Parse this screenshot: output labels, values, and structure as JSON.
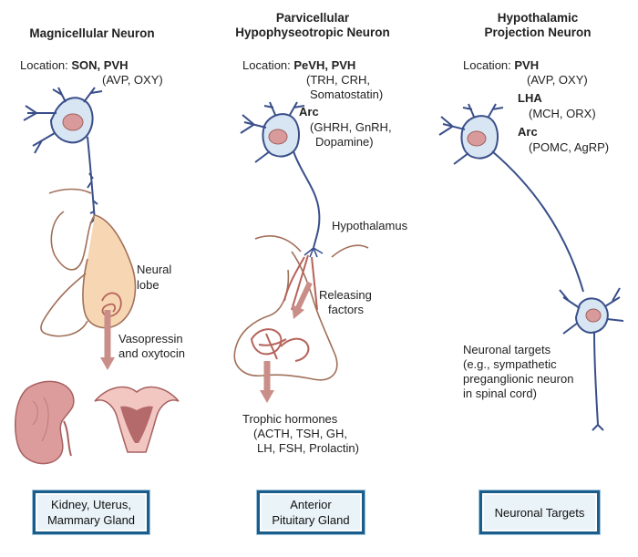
{
  "columns": [
    {
      "title_lines": [
        "Magnicellular Neuron"
      ],
      "location_label": "Location:",
      "nuclei": "SON, PVH",
      "hormones": "(AVP, OXY)",
      "labels": {
        "neural_lobe_1": "Neural",
        "neural_lobe_2": "lobe",
        "secretion_1": "Vasopressin",
        "secretion_2": "and oxytocin"
      },
      "target_box": [
        "Kidney, Uterus,",
        "Mammary Gland"
      ]
    },
    {
      "title_lines": [
        "Parvicellular",
        "Hypophyseotropic Neuron"
      ],
      "location_label": "Location:",
      "nuclei": "PeVH, PVH",
      "hormones_lines": [
        "(TRH, CRH,",
        "Somatostatin)"
      ],
      "nucleus_2": "Arc",
      "hormones_2_lines": [
        "(GHRH, GnRH,",
        "Dopamine)"
      ],
      "labels": {
        "hypothalamus": "Hypothalamus",
        "releasing_1": "Releasing",
        "releasing_2": "factors",
        "trophic_title": "Trophic hormones",
        "trophic_1": "(ACTH, TSH, GH,",
        "trophic_2": "LH, FSH, Prolactin)"
      },
      "target_box": [
        "Anterior",
        "Pituitary Gland"
      ]
    },
    {
      "title_lines": [
        "Hypothalamic",
        "Projection Neuron"
      ],
      "location_label": "Location:",
      "nuclei": "PVH",
      "hormones": "(AVP, OXY)",
      "nucleus_2": "LHA",
      "hormones_2": "(MCH, ORX)",
      "nucleus_3": "Arc",
      "hormones_3": "(POMC, AgRP)",
      "labels": {
        "targets_1": "Neuronal targets",
        "targets_2": "(e.g., sympathetic",
        "targets_3": "preganglionic neuron",
        "targets_4": "in spinal cord)"
      },
      "target_box": [
        "Neuronal Targets"
      ]
    }
  ],
  "colors": {
    "neuron_fill": "#d8e6f3",
    "neuron_stroke": "#3a4f8a",
    "nucleus_fill": "#d89a9a",
    "gland_fill": "#f7d7b3",
    "tissue_stroke": "#a0705a",
    "vessel": "#b5635a",
    "arrow": "#c98e87",
    "box_border": "#1a5d8a",
    "box_fill": "#e9f3f8"
  }
}
